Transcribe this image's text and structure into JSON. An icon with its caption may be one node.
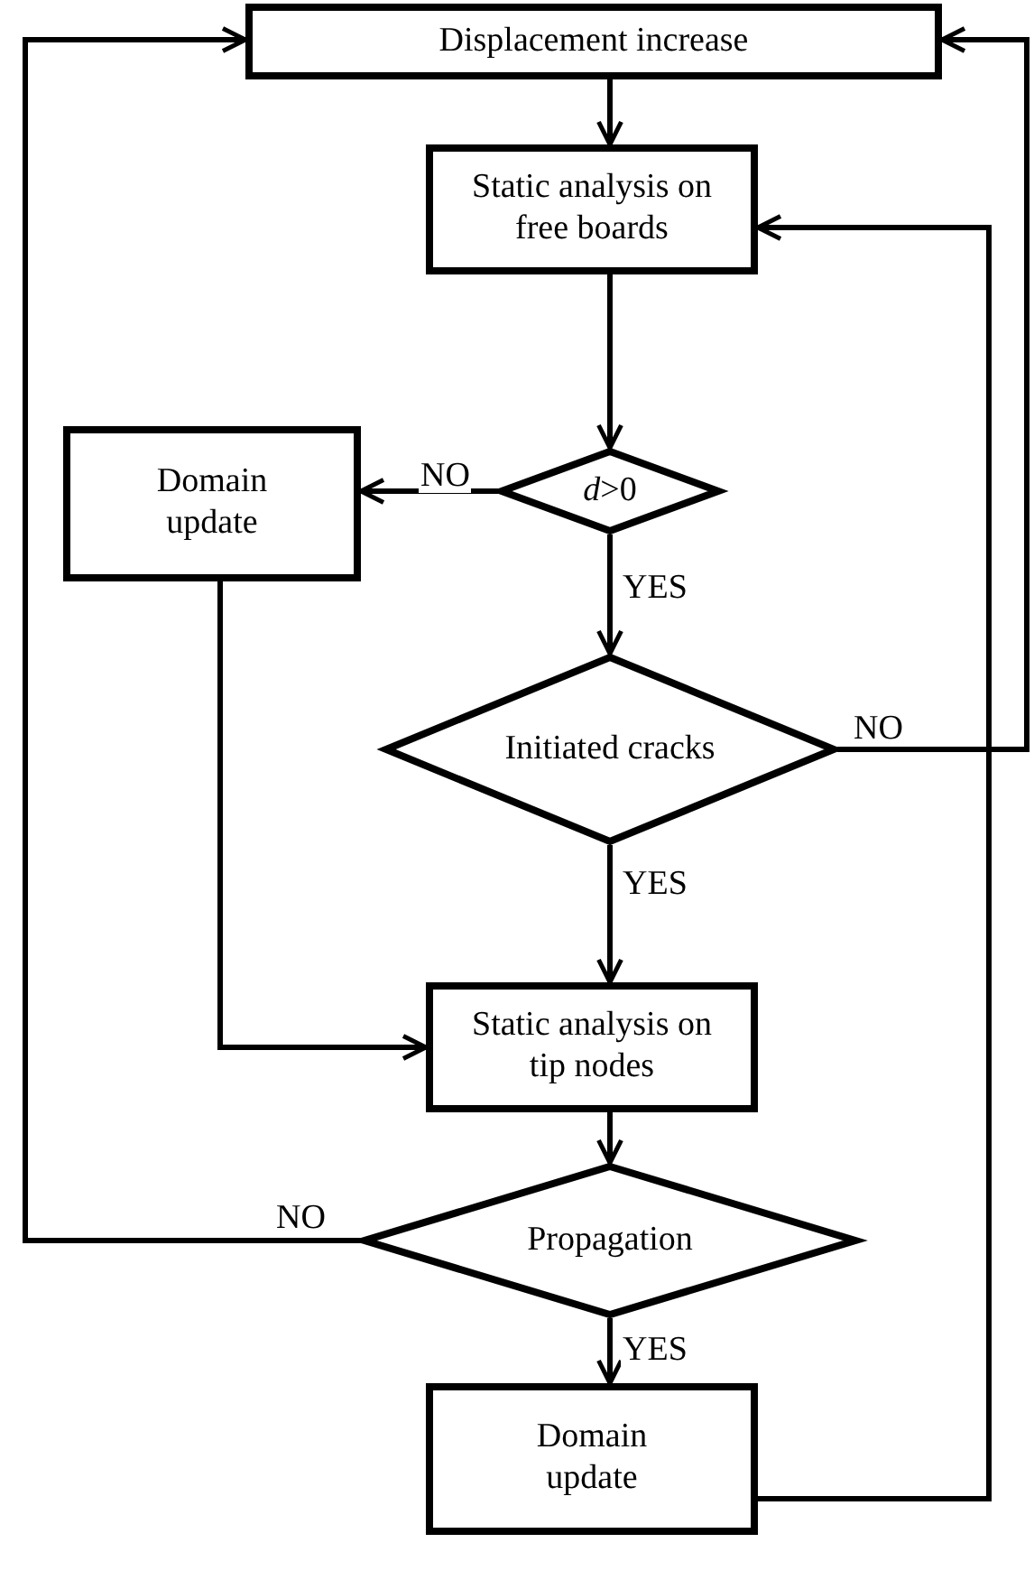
{
  "diagram": {
    "nodes": [
      {
        "text": [
          "Displacement increase"
        ]
      },
      {
        "text": [
          "Static analysis on free boards"
        ]
      },
      {
        "text": [
          "*d*>0"
        ]
      },
      {
        "text": [
          "Domain update"
        ]
      },
      {
        "text": [
          "Initiated cracks"
        ]
      },
      {
        "text": [
          "Static analysis on tip nodes"
        ]
      },
      {
        "text": [
          "Propagation"
        ]
      },
      {
        "text": [
          "Domain update"
        ]
      }
    ],
    "edges": [
      {
        "from": 0,
        "to": 1,
        "arrow": "to"
      },
      {
        "from": 1,
        "to": 2,
        "arrow": "to"
      },
      {
        "from": 2,
        "to": 3,
        "arrow": "to",
        "label": "NO"
      },
      {
        "from": 2,
        "to": 4,
        "arrow": "to",
        "label": "YES"
      },
      {
        "from": 4,
        "to": 0,
        "arrow": "to",
        "label": "NO"
      },
      {
        "from": 4,
        "to": 5,
        "arrow": "to",
        "label": "YES"
      },
      {
        "from": 3,
        "to": 5,
        "arrow": "to"
      },
      {
        "from": 5,
        "to": 6,
        "arrow": "to"
      },
      {
        "from": 6,
        "to": 0,
        "arrow": "to",
        "label": "NO"
      },
      {
        "from": 6,
        "to": 7,
        "arrow": "to",
        "label": "YES"
      },
      {
        "from": 7,
        "to": 1,
        "arrow": "to"
      }
    ]
  }
}
